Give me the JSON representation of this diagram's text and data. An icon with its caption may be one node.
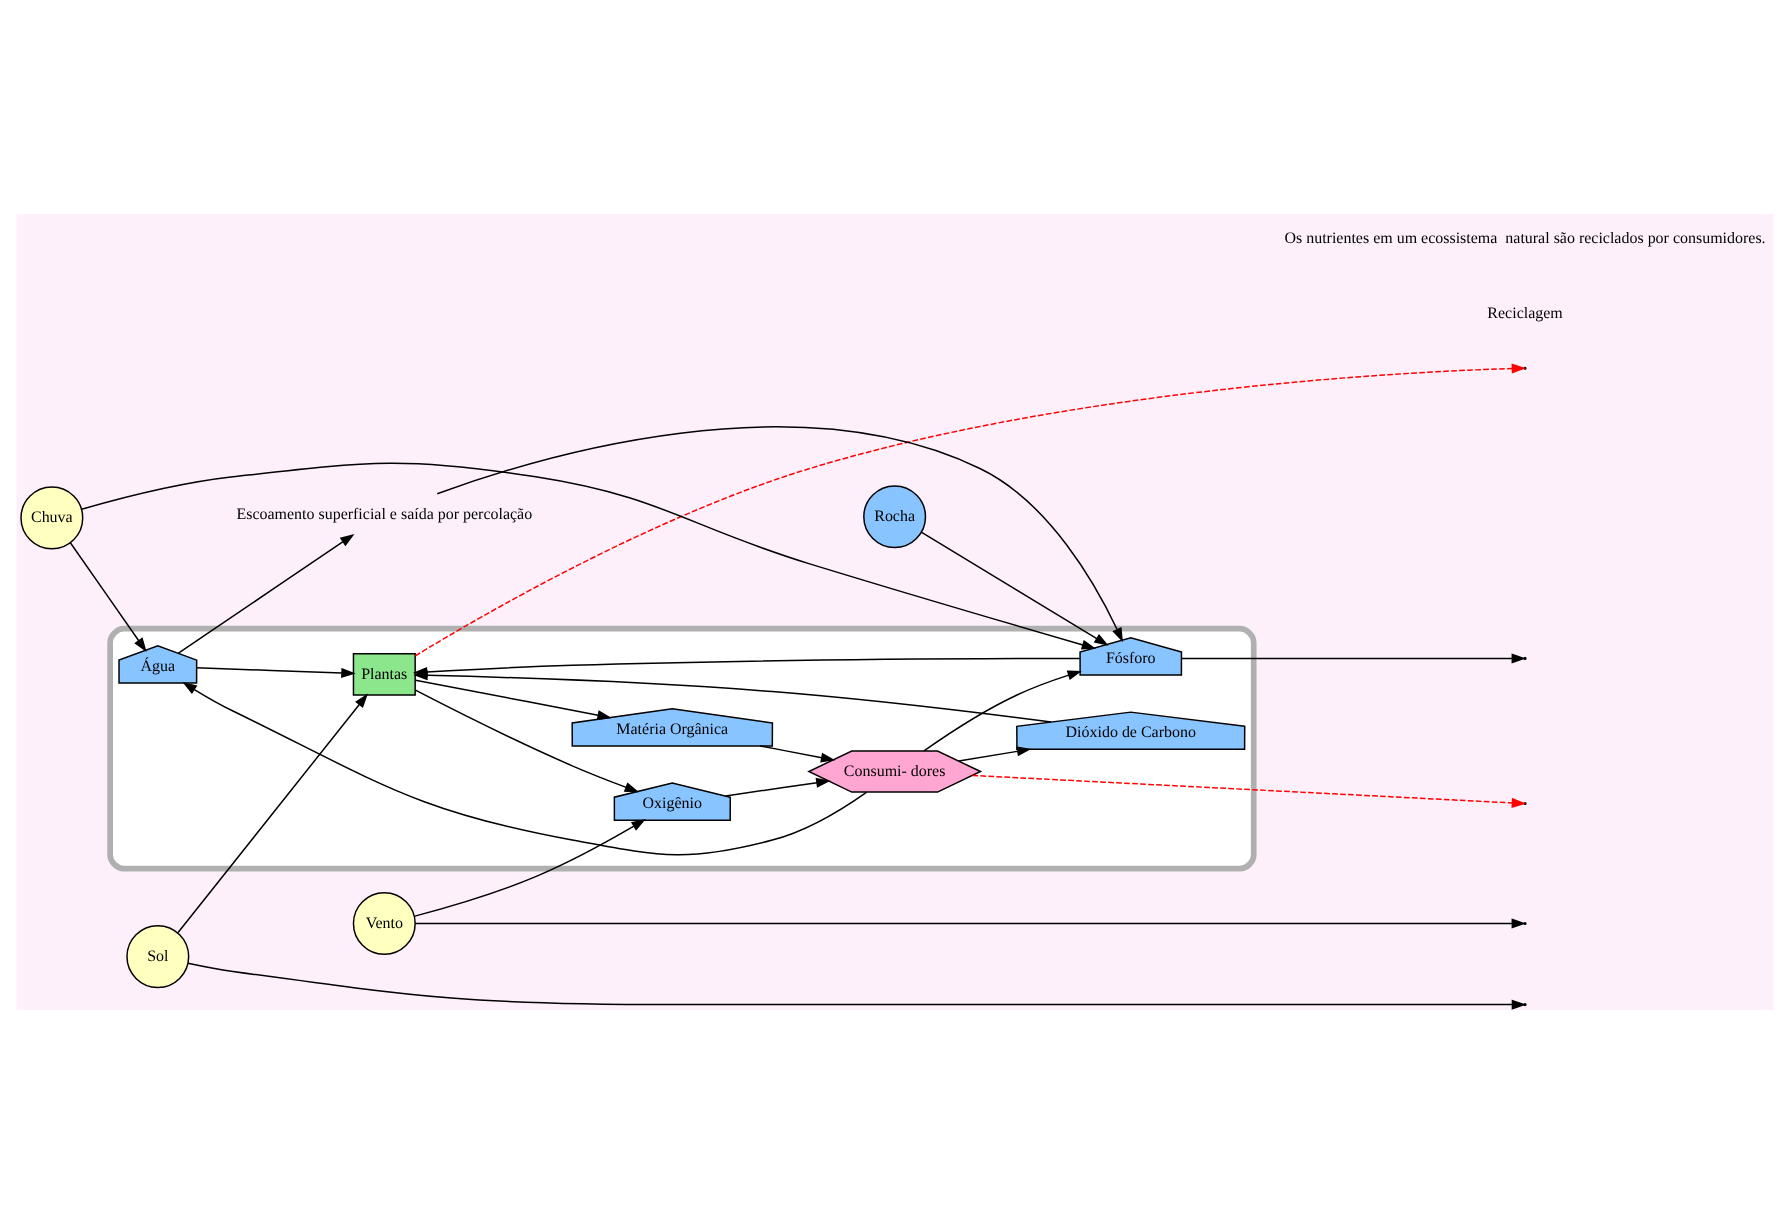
{
  "diagram": {
    "nodes": [
      {
        "text": [],
        "shape": "box"
      },
      {
        "text": [
          "Escoamento superficial e saída por percolação"
        ]
      },
      {
        "text": [
          "Chuva"
        ]
      },
      {
        "text": [
          "Rocha"
        ]
      },
      {
        "text": [
          "Vento"
        ]
      },
      {
        "text": [
          "Sol"
        ]
      },
      {
        "text": [
          "Água"
        ],
        "in": 0
      },
      {
        "text": [
          "Dióxido de Carbono"
        ],
        "in": 0
      },
      {
        "text": [
          "Fósforo"
        ],
        "in": 0
      },
      {
        "text": [
          "Oxigênio"
        ],
        "in": 0
      },
      {
        "text": [
          "Plantas"
        ],
        "in": 0
      },
      {
        "text": [
          "Matéria Orgânica"
        ],
        "in": 0
      },
      {
        "text": [
          "Consumi- dores"
        ],
        "in": 0
      }
    ],
    "edges": [
      {
        "from": 2,
        "to": 6,
        "arrow": "to"
      },
      {
        "from": 2,
        "to": 8,
        "arrow": "to"
      },
      {
        "from": 3,
        "to": 8,
        "arrow": "to"
      },
      {
        "from": 6,
        "to": 1,
        "arrow": "to"
      },
      {
        "from": 1,
        "to": 8,
        "arrow": "to"
      },
      {
        "from": 8,
        "to": null,
        "arrow": "to"
      },
      {
        "from": 4,
        "to": null,
        "arrow": "to"
      },
      {
        "from": 4,
        "to": 9,
        "arrow": "to"
      },
      {
        "from": 5,
        "to": 10,
        "arrow": "to"
      },
      {
        "from": 5,
        "to": null,
        "arrow": "to"
      },
      {
        "from": 6,
        "to": 10,
        "arrow": "to"
      },
      {
        "from": 7,
        "to": 10,
        "arrow": "to"
      },
      {
        "from": 8,
        "to": 10,
        "arrow": "to"
      },
      {
        "from": 10,
        "to": 9,
        "arrow": "to"
      },
      {
        "from": 10,
        "to": 11,
        "arrow": "to"
      },
      {
        "from": 9,
        "to": 12,
        "arrow": "to"
      },
      {
        "from": 11,
        "to": 12,
        "arrow": "to"
      },
      {
        "from": 12,
        "to": 6,
        "arrow": "to"
      },
      {
        "from": 12,
        "to": 7,
        "arrow": "to"
      },
      {
        "from": 12,
        "to": 8,
        "arrow": "to"
      },
      {
        "from": 10,
        "to": null,
        "arrow": "to",
        "style": "dashed",
        "color": "#ff0000"
      },
      {
        "from": 12,
        "to": null,
        "arrow": "to",
        "style": "dashed",
        "color": "#ff0000"
      }
    ],
    "labels": [
      "Reciclagem",
      "Os nutrientes em um ecossistema  natural são reciclados por consumidores."
    ]
  }
}
